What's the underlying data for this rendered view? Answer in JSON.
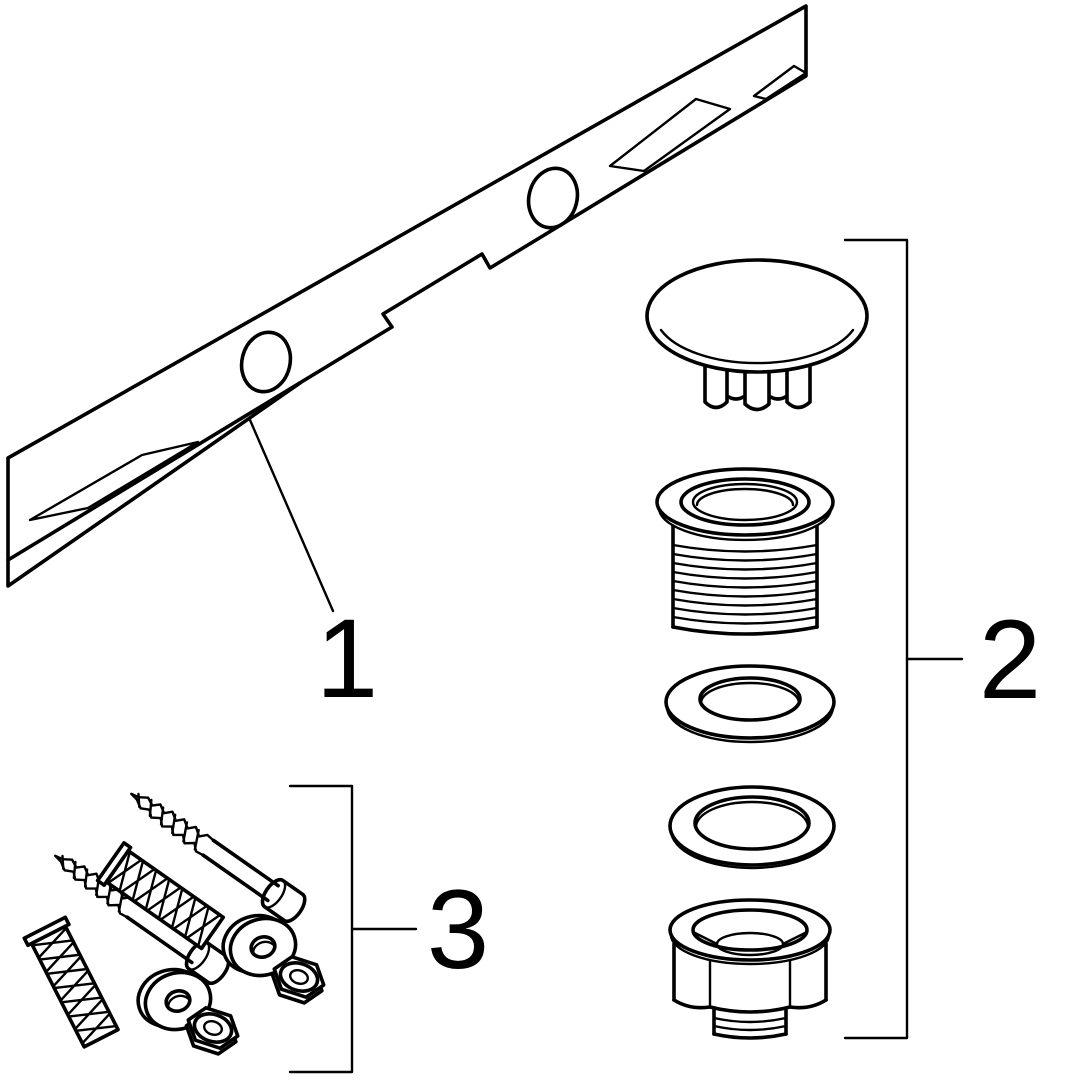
{
  "diagram": {
    "background": "#ffffff",
    "line_color": "#000000",
    "callouts": [
      {
        "id": "part-1",
        "label": "1"
      },
      {
        "id": "part-2",
        "label": "2"
      },
      {
        "id": "part-3",
        "label": "3"
      }
    ]
  }
}
